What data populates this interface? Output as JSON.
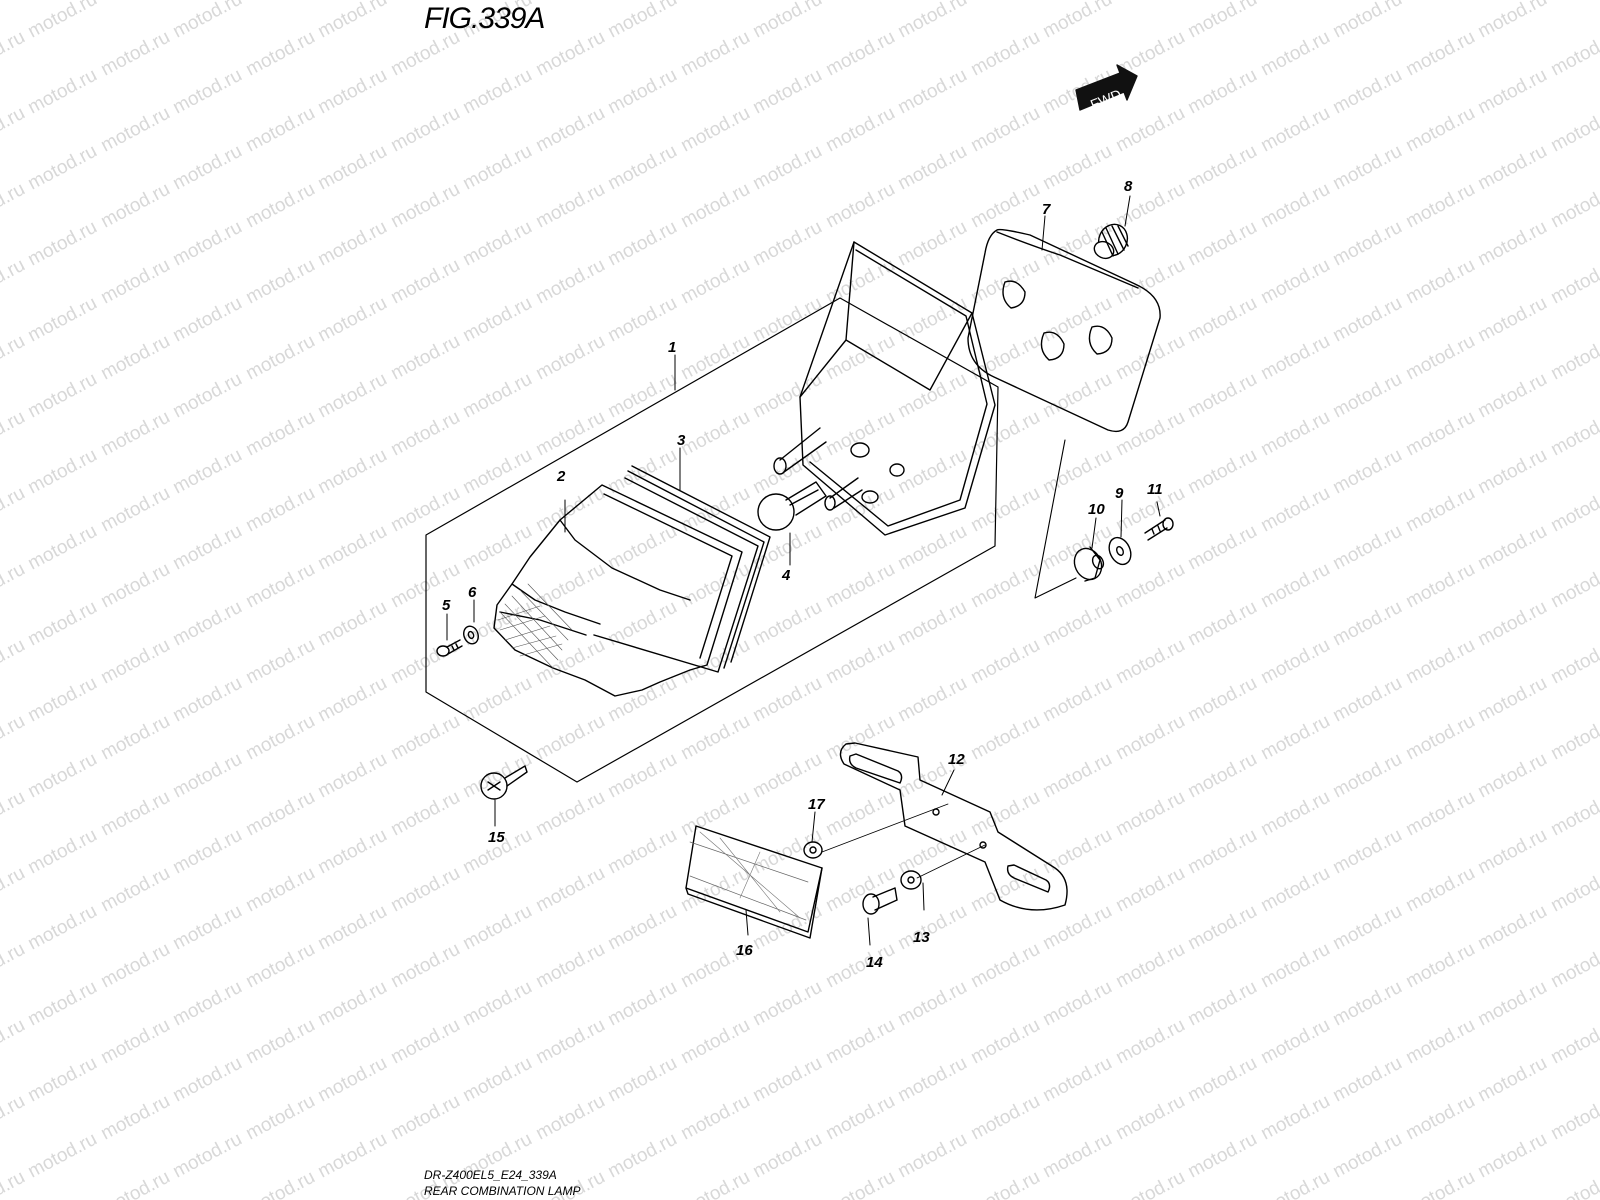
{
  "figure": {
    "title": "FIG.339A",
    "model_code": "DR-Z400EL5_E24_339A",
    "caption": "REAR COMBINATION LAMP"
  },
  "direction_badge": {
    "label": "FWD",
    "icon": "fwd-arrow-icon"
  },
  "watermark": {
    "text": "motod.ru"
  },
  "callouts": [
    {
      "id": "1",
      "label": "1"
    },
    {
      "id": "2",
      "label": "2"
    },
    {
      "id": "3",
      "label": "3"
    },
    {
      "id": "4",
      "label": "4"
    },
    {
      "id": "5",
      "label": "5"
    },
    {
      "id": "6",
      "label": "6"
    },
    {
      "id": "7",
      "label": "7"
    },
    {
      "id": "8",
      "label": "8"
    },
    {
      "id": "9",
      "label": "9"
    },
    {
      "id": "10",
      "label": "10"
    },
    {
      "id": "11",
      "label": "11"
    },
    {
      "id": "12",
      "label": "12"
    },
    {
      "id": "13",
      "label": "13"
    },
    {
      "id": "14",
      "label": "14"
    },
    {
      "id": "15",
      "label": "15"
    },
    {
      "id": "16",
      "label": "16"
    },
    {
      "id": "17",
      "label": "17"
    }
  ]
}
